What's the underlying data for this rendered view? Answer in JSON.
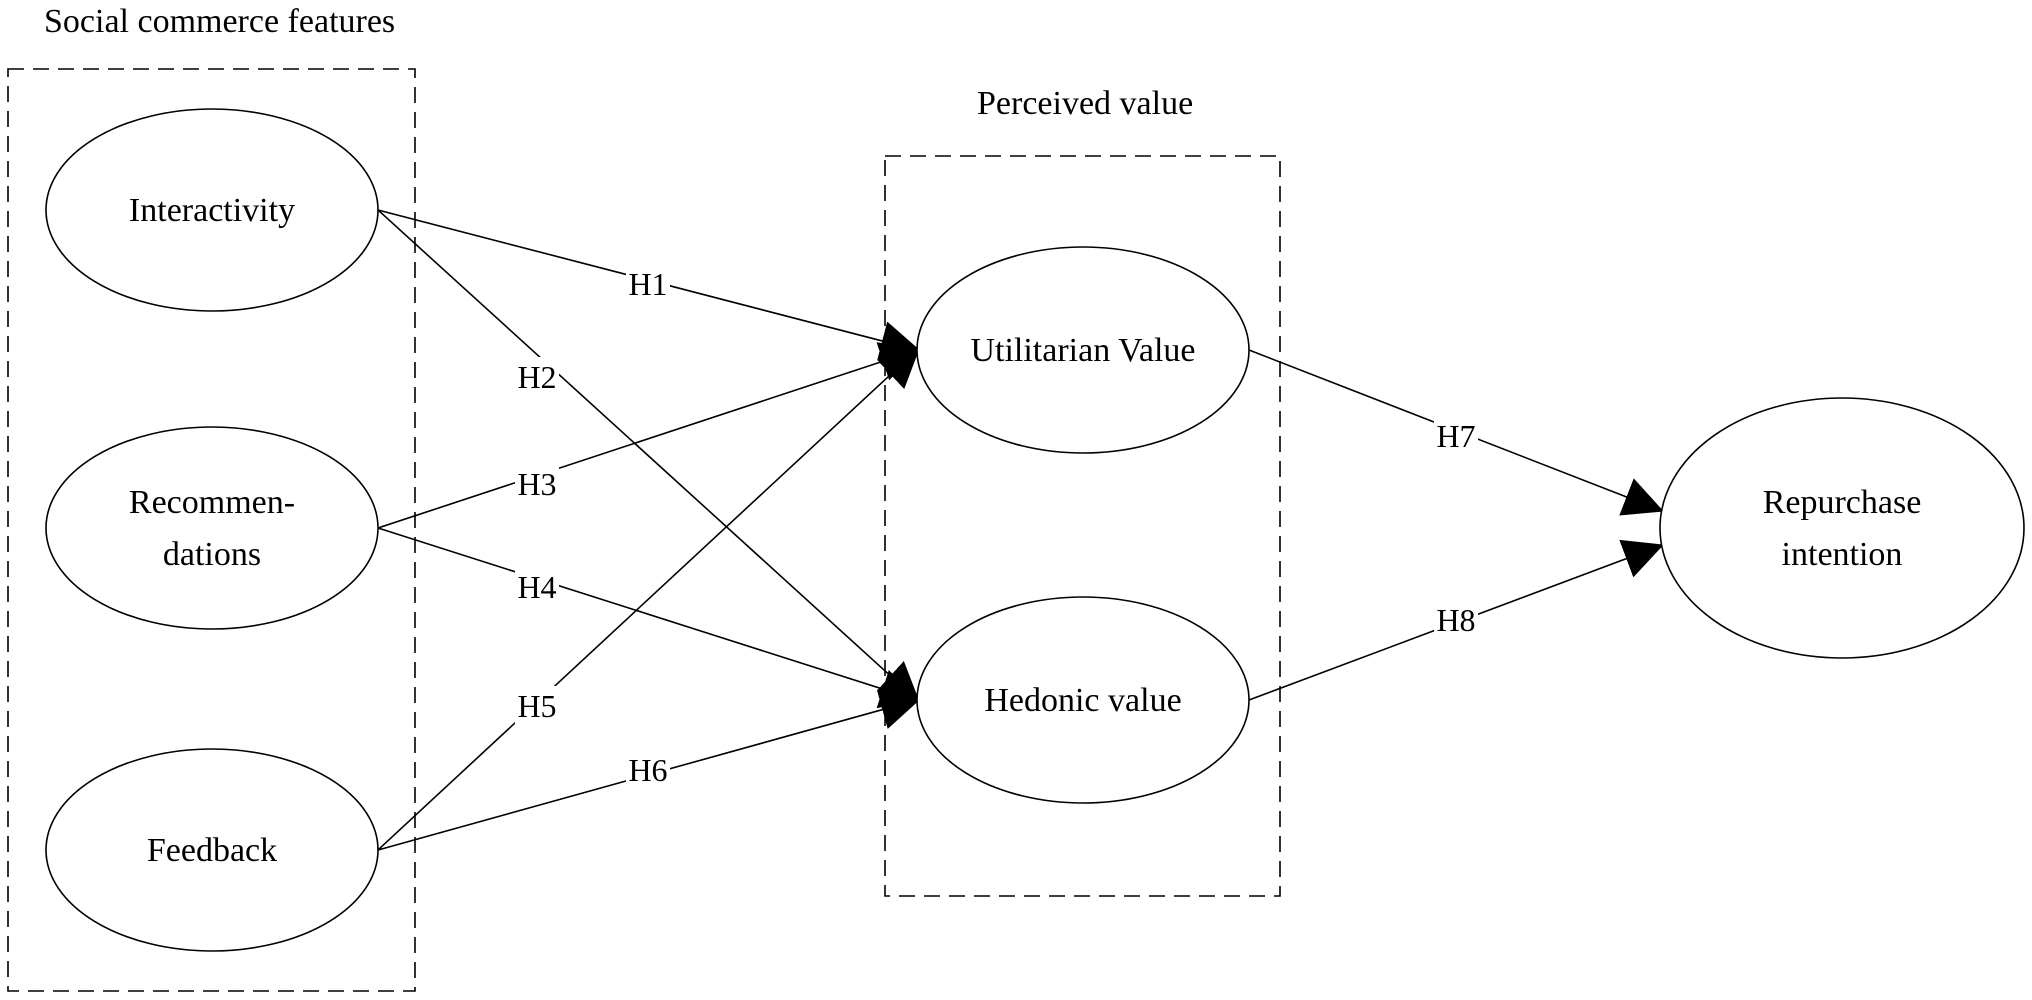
{
  "groups": [
    {
      "id": "social",
      "title": "Social commerce features"
    },
    {
      "id": "perceived",
      "title": "Perceived value"
    }
  ],
  "nodes": [
    {
      "id": "interactivity",
      "label": [
        "Interactivity"
      ]
    },
    {
      "id": "recommendations",
      "label": [
        "Recommen-",
        "dations"
      ]
    },
    {
      "id": "feedback",
      "label": [
        "Feedback"
      ]
    },
    {
      "id": "utilitarian",
      "label": [
        "Utilitarian Value"
      ]
    },
    {
      "id": "hedonic",
      "label": [
        "Hedonic value"
      ]
    },
    {
      "id": "repurchase",
      "label": [
        "Repurchase",
        "intention"
      ]
    }
  ],
  "edges": [
    {
      "id": "h1",
      "from": "interactivity",
      "to": "utilitarian",
      "label": "H1"
    },
    {
      "id": "h2",
      "from": "interactivity",
      "to": "hedonic",
      "label": "H2"
    },
    {
      "id": "h3",
      "from": "recommendations",
      "to": "utilitarian",
      "label": "H3"
    },
    {
      "id": "h4",
      "from": "recommendations",
      "to": "hedonic",
      "label": "H4"
    },
    {
      "id": "h5",
      "from": "feedback",
      "to": "utilitarian",
      "label": "H5"
    },
    {
      "id": "h6",
      "from": "feedback",
      "to": "hedonic",
      "label": "H6"
    },
    {
      "id": "h7",
      "from": "utilitarian",
      "to": "repurchase",
      "label": "H7"
    },
    {
      "id": "h8",
      "from": "hedonic",
      "to": "repurchase",
      "label": "H8"
    }
  ]
}
